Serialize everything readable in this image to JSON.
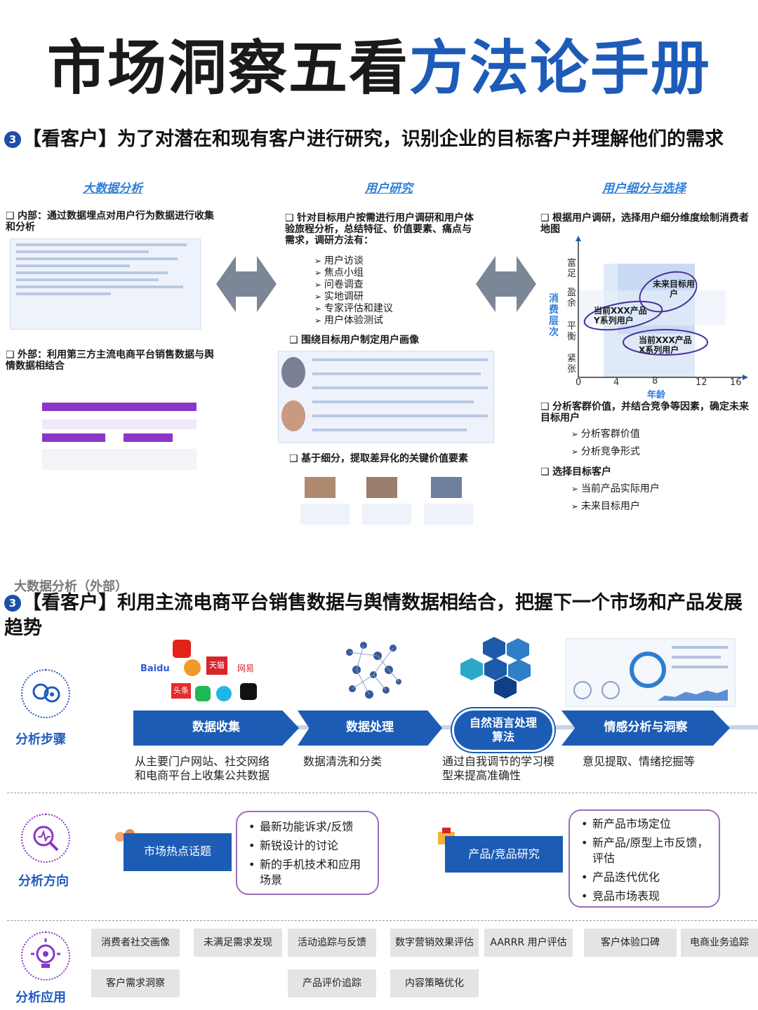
{
  "title": {
    "part1": "市场洞察五看",
    "part2": "方法论手册"
  },
  "section1": {
    "badge": "3",
    "heading": "【看客户】为了对潜在和现有客户进行研究，识别企业的目标客户并理解他们的需求",
    "col1": {
      "title": "大数据分析",
      "item1": "内部：通过数据埋点对用户行为数据进行收集和分析",
      "item2": "外部：利用第三方主流电商平台销售数据与舆情数据相结合"
    },
    "col2": {
      "title": "用户研究",
      "intro": "针对目标用户按需进行用户调研和用户体验旅程分析，总结特征、价值要素、痛点与需求，调研方法有：",
      "methods": [
        "用户访谈",
        "焦点小组",
        "问卷调查",
        "实地调研",
        "专家评估和建议",
        "用户体验测试"
      ],
      "item2": "围绕目标用户制定用户画像",
      "item3": "基于细分，提取差异化的关键价值要素"
    },
    "col3": {
      "title": "用户细分与选择",
      "item1": "根据用户调研，选择用户细分维度绘制消费者地图",
      "chart_y_label": "消费层次",
      "chart_y_ticks": [
        "富足",
        "盈余",
        "平衡",
        "紧张"
      ],
      "chart_x_ticks": [
        "0",
        "4",
        "8",
        "12",
        "16"
      ],
      "chart_x_label": "年龄",
      "ellipse1": "未来目标用户",
      "ellipse2": "当前XXX产品Y系列用户",
      "ellipse3": "当前XXX产品X系列用户",
      "item2": "分析客群价值，并结合竞争等因素，确定未来目标用户",
      "sub2": [
        "分析客群价值",
        "分析竞争形式"
      ],
      "item3": "选择目标客户",
      "sub3": [
        "当前产品实际用户",
        "未来目标用户"
      ]
    }
  },
  "section2": {
    "small_label": "大数据分析（外部）",
    "badge": "3",
    "heading": "【看客户】利用主流电商平台销售数据与舆情数据相结合，把握下一个市场和产品发展趋势",
    "logos": [
      "Baidu",
      "天猫",
      "网易",
      "头条"
    ],
    "steps_label": "分析步骤",
    "steps": [
      {
        "name": "数据收集",
        "desc": "从主要门户网站、社交网络和电商平台上收集公共数据"
      },
      {
        "name": "数据处理",
        "desc": "数据清洗和分类"
      },
      {
        "name": "自然语言处理算法",
        "desc": "通过自我调节的学习模型来提高准确性"
      },
      {
        "name": "情感分析与洞察",
        "desc": "意见提取、情绪挖掘等"
      }
    ],
    "direction_label": "分析方向",
    "dir1": {
      "name": "市场热点话题",
      "items": [
        "最新功能诉求/反馈",
        "新锐设计的讨论",
        "新的手机技术和应用场景"
      ]
    },
    "dir2": {
      "name": "产品/竞品研究",
      "items": [
        "新产品市场定位",
        "新产品/原型上市反馈，评估",
        "产品迭代优化",
        "竞品市场表现"
      ]
    },
    "app_label": "分析应用",
    "apps_row1": [
      "消费者社交画像",
      "未满足需求发现",
      "活动追踪与反馈",
      "数字营销效果评估",
      "AARRR 用户评估",
      "客户体验口碑",
      "电商业务追踪"
    ],
    "apps_row2": [
      "客户需求洞察",
      "产品评价追踪",
      "内容策略优化"
    ]
  },
  "colors": {
    "brand_blue": "#1c5cb5",
    "purple": "#8a36c8",
    "accent_text": "#2f7fd8"
  }
}
